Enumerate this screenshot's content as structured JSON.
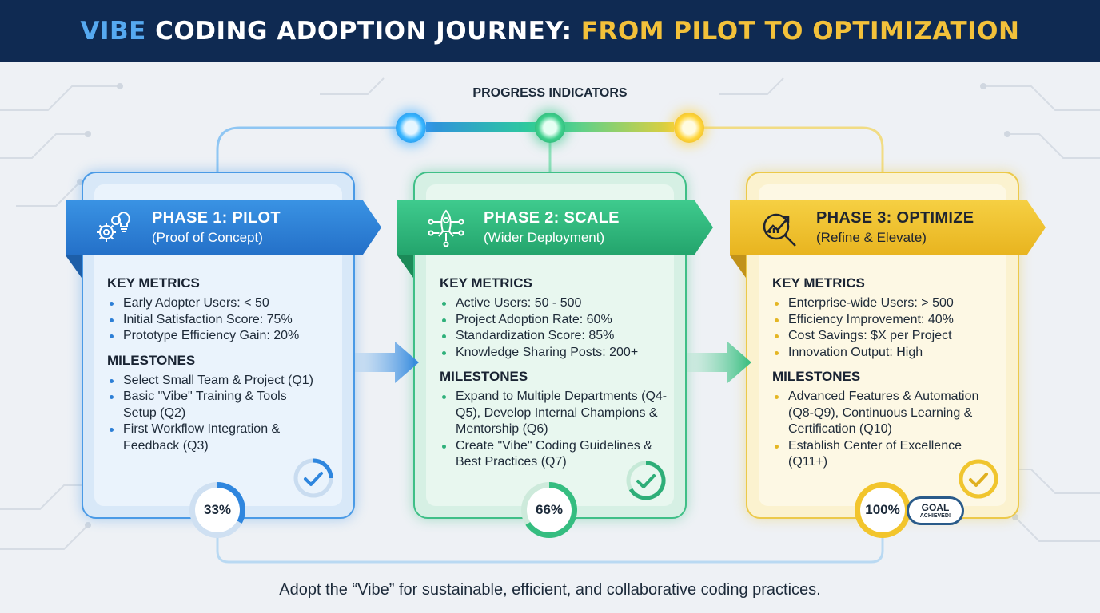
{
  "title": {
    "part1": "VIBE",
    "part2": "CODING ADOPTION JOURNEY:",
    "part3": "FROM PILOT TO OPTIMIZATION"
  },
  "progress_label": "PROGRESS INDICATORS",
  "phases": [
    {
      "title": "PHASE 1: PILOT",
      "subtitle": "(Proof of Concept)",
      "icon": "gears-lightbulb-icon",
      "color": "#2f86de",
      "metrics_heading": "KEY METRICS",
      "metrics": [
        "Early Adopter Users: < 50",
        "Initial Satisfaction Score: 75%",
        "Prototype Efficiency Gain: 20%"
      ],
      "milestones_heading": "MILESTONES",
      "milestones": [
        "Select Small Team & Project (Q1)",
        "Basic \"Vibe\" Training & Tools Setup (Q2)",
        "First Workflow Integration & Feedback (Q3)"
      ],
      "progress": "33%"
    },
    {
      "title": "PHASE 2: SCALE",
      "subtitle": "(Wider Deployment)",
      "icon": "rocket-network-icon",
      "color": "#35bd80",
      "metrics_heading": "KEY METRICS",
      "metrics": [
        "Active Users: 50 - 500",
        "Project Adoption Rate: 60%",
        "Standardization Score: 85%",
        "Knowledge Sharing Posts: 200+"
      ],
      "milestones_heading": "MILESTONES",
      "milestones": [
        "Expand to Multiple Departments (Q4-Q5), Develop Internal Champions & Mentorship (Q6)",
        "Create \"Vibe\" Coding Guidelines & Best Practices (Q7)"
      ],
      "progress": "66%"
    },
    {
      "title": "PHASE 3: OPTIMIZE",
      "subtitle": "(Refine & Elevate)",
      "icon": "magnifier-growth-icon",
      "color": "#f2c52d",
      "metrics_heading": "KEY METRICS",
      "metrics": [
        "Enterprise-wide Users: > 500",
        "Efficiency Improvement: 40%",
        "Cost Savings: $X per Project",
        "Innovation Output: High"
      ],
      "milestones_heading": "MILESTONES",
      "milestones": [
        "Advanced Features & Automation (Q8-Q9), Continuous Learning & Certification (Q10)",
        "Establish Center of Excellence (Q11+)"
      ],
      "progress": "100%",
      "badge_line1": "GOAL",
      "badge_line2": "ACHIEVED!"
    }
  ],
  "footer": "Adopt the “Vibe” for sustainable, efficient, and collaborative coding practices."
}
